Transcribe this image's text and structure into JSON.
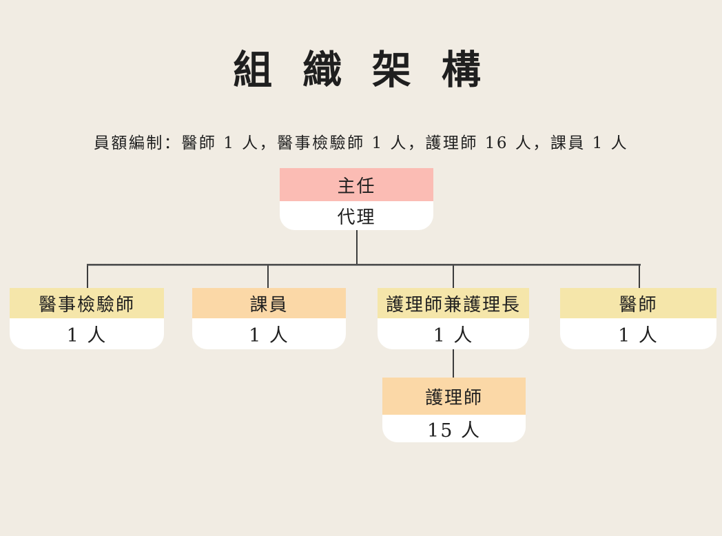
{
  "slide": {
    "title": "組 織 架 構",
    "subtitle": "員額編制：醫師 1 人，醫事檢驗師 1 人，護理師 16 人，課員 1 人"
  },
  "colors": {
    "background": "#f1ece3",
    "node_body": "#ffffff",
    "connector": "#3c3c3c",
    "pink_header": "#fbbcb4",
    "yellow_header": "#f5e6aa",
    "orange_header": "#fbd8a7"
  },
  "org_chart": {
    "root": {
      "title": "主任",
      "subtitle": "代理",
      "header_color": "#fbbcb4"
    },
    "children": [
      {
        "title": "醫事檢驗師",
        "count": "1 人",
        "header_color": "#f5e6aa"
      },
      {
        "title": "課員",
        "count": "1 人",
        "header_color": "#fbd8a7"
      },
      {
        "title": "護理師兼護理長",
        "count": "1 人",
        "header_color": "#f5e6aa",
        "children": [
          {
            "title": "護理師",
            "count": "15 人",
            "header_color": "#fbd8a7"
          }
        ]
      },
      {
        "title": "醫師",
        "count": "1 人",
        "header_color": "#f5e6aa"
      }
    ]
  }
}
